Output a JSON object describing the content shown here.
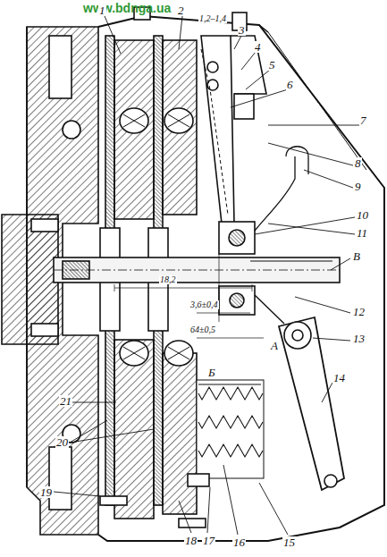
{
  "diagram": {
    "labels": [
      "www.bdnga.ua",
      "1",
      "2",
      "1,2–1,4",
      "3",
      "4",
      "5",
      "6",
      "7",
      "8",
      "9",
      "10",
      "11",
      "В",
      "18,2",
      "12",
      "3,6±0,4",
      "А",
      "13",
      "64±0,5",
      "Б",
      "14",
      "21",
      "20",
      "19",
      "18",
      "17",
      "16",
      "15"
    ]
  }
}
